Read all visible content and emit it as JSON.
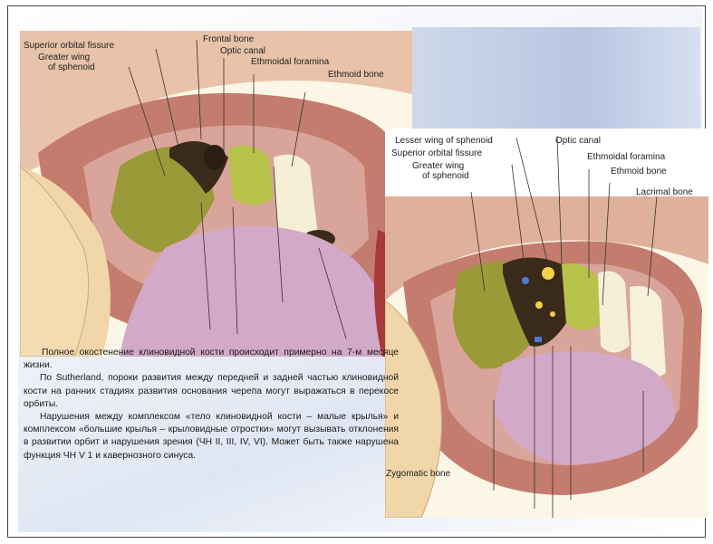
{
  "left_labels": {
    "superior_orbital_fissure": "Superior orbital fissure",
    "frontal_bone": "Frontal bone",
    "greater_wing_line1": "Greater wing",
    "greater_wing_line2": "of sphenoid",
    "optic_canal": "Optic canal",
    "ethmoidal_foramina": "Ethmoidal foramina",
    "ethmoid_bone": "Ethmoid bone"
  },
  "right_labels": {
    "lesser_wing": "Lesser wing of sphenoid",
    "optic_canal": "Optic canal",
    "superior_orbital_fissure": "Superior orbital fissure",
    "ethmoidal_foramina": "Ethmoidal foramina",
    "greater_wing_line1": "Greater wing",
    "greater_wing_line2": "of sphenoid",
    "ethmoid_bone": "Ethmoid bone",
    "lacrimal_bone": "Lacrimal bone",
    "zygomatic_bone": "Zygomatic bone"
  },
  "text": {
    "p1": "Полное окостенение клиновидной кости происходит примерно на 7-м месяце жизни.",
    "p2": "По Sutherland, пороки развития между передней и задней частью клиновидной кости на ранних стадиях развития основания черепа могут выражаться в перекосе орбиты.",
    "p3": "Нарушения между комплексом «тело клиновидной кости – малые крылья» и комплексом «большие крылья – крыловидные отростки» могут вызывать отклонения в развитии орбит и нарушения зрения (ЧН II, III, IV, VI). Может быть также нарушена функция ЧН V 1 и кавернозного синуса."
  },
  "colors": {
    "frontal": "#c98a7c",
    "greater_wing": "#9a9a38",
    "ethmoid": "#f4efd5",
    "lacrimal": "#f7f1dc",
    "maxilla": "#d3a9c9",
    "zygomatic": "#f0d6a8",
    "dark": "#3a2a1a"
  }
}
